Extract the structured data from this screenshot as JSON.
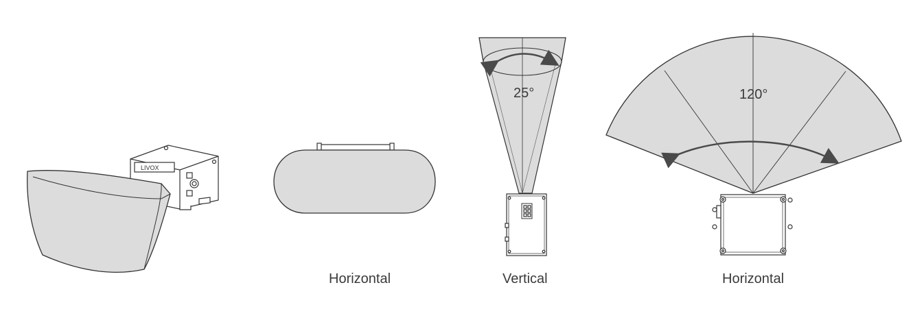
{
  "views": {
    "perspective": {
      "logo_text": "LIVOX"
    },
    "side_horizontal": {
      "caption": "Horizontal"
    },
    "vertical": {
      "caption": "Vertical",
      "angle": "25°"
    },
    "top_horizontal": {
      "caption": "Horizontal",
      "angle": "120°"
    }
  },
  "colors": {
    "fov_fill": "#dcdcdc",
    "stroke": "#333333",
    "arrow": "#4a4a4a"
  }
}
